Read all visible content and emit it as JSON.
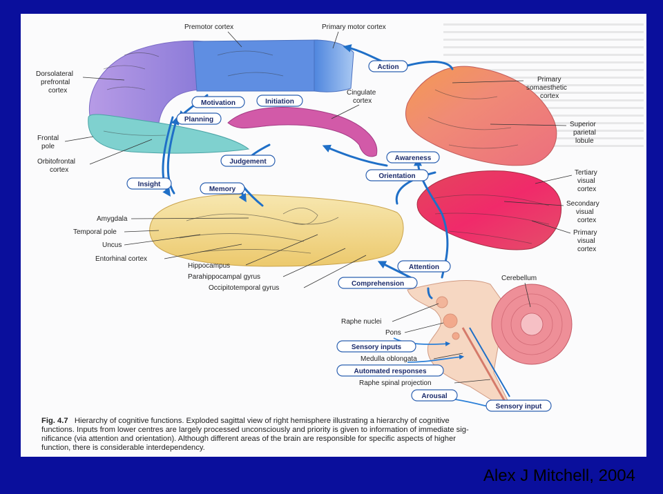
{
  "credit": "Alex J Mitchell, 2004",
  "caption": {
    "fig": "Fig. 4.7",
    "lines": [
      "Hierarchy of cognitive functions. Exploded sagittal view of right hemisphere illustrating a hierarchy of cognitive",
      "functions. Inputs from lower centres are largely processed unconsciously and priority is given to information of immediate sig-",
      "nificance (via attention and orientation). Although different areas of the brain are responsible for specific aspects of higher",
      "function, there is considerable interdependency."
    ]
  },
  "labels": {
    "premotor": "Premotor cortex",
    "primary_motor": "Primary motor cortex",
    "dlpfc": [
      "Dorsolateral",
      "prefrontal",
      "cortex"
    ],
    "frontal_pole": [
      "Frontal",
      "pole"
    ],
    "orbitofrontal": [
      "Orbitofrontal",
      "cortex"
    ],
    "cingulate": [
      "Cingulate",
      "cortex"
    ],
    "somaesthetic": [
      "Primary",
      "somaesthetic",
      "cortex"
    ],
    "superior_parietal": [
      "Superior",
      "parietal",
      "lobule"
    ],
    "tertiary_visual": [
      "Tertiary",
      "visual",
      "cortex"
    ],
    "secondary_visual": [
      "Secondary",
      "visual",
      "cortex"
    ],
    "primary_visual": [
      "Primary",
      "visual",
      "cortex"
    ],
    "amygdala": "Amygdala",
    "temporal_pole": "Temporal pole",
    "uncus": "Uncus",
    "entorhinal": "Entorhinal cortex",
    "hippocampus": "Hippocampus",
    "parahippocampal": "Parahippocampal gyrus",
    "occipitotemporal": "Occipitotemporal gyrus",
    "cerebellum": "Cerebellum",
    "raphe_nuclei": "Raphe nuclei",
    "pons": "Pons",
    "medulla": "Medulla oblongata",
    "raphe_spinal": "Raphe spinal projection"
  },
  "boxes": {
    "action": "Action",
    "motivation": "Motivation",
    "initiation": "Initiation",
    "planning": "Planning",
    "awareness": "Awareness",
    "judgement": "Judgement",
    "orientation": "Orientation",
    "insight": "Insight",
    "memory": "Memory",
    "attention": "Attention",
    "comprehension": "Comprehension",
    "sensory_inputs": "Sensory inputs",
    "automated_responses": "Automated responses",
    "arousal": "Arousal",
    "sensory_input": "Sensory input"
  },
  "colors": {
    "background": "#0a0f9c",
    "frontal": "#a98be0",
    "motor": "#5b8fe0",
    "orbitofrontal": "#7ed0cf",
    "cingulate": "#d85fb0",
    "parietal": "#f0806e",
    "occipital": "#e0384f",
    "temporal": "#f3df9a",
    "brainstem": "#f6d7c2",
    "cerebellum": "#ee8f98",
    "flow": "#1f6fc7"
  }
}
